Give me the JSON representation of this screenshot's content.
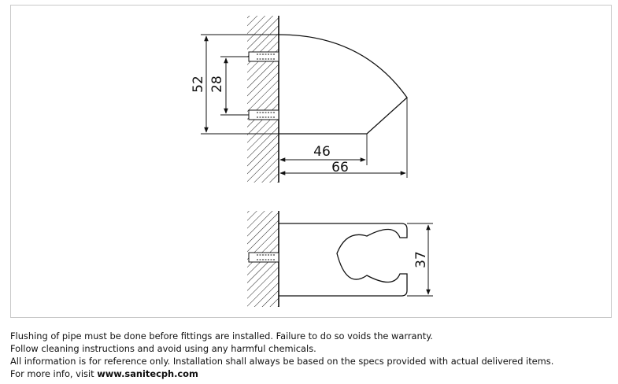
{
  "drawing": {
    "side_view": {
      "dim_overall_height": "52",
      "dim_screw_spacing": "28",
      "dim_inner_depth": "46",
      "dim_total_depth": "66"
    },
    "top_view": {
      "dim_width": "37"
    }
  },
  "notes": {
    "line1": "Flushing of pipe must be done before fittings are installed. Failure to do so voids the warranty.",
    "line2": "Follow cleaning instructions and avoid using any harmful chemicals.",
    "line3": "All information is for reference only. Installation shall always be based on the specs provided with actual delivered items.",
    "line4_prefix": "For more info, visit ",
    "line4_link": "www.sanitecph.com"
  }
}
